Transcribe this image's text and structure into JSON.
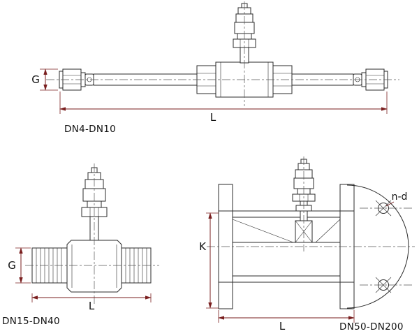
{
  "colors": {
    "background": "#ffffff",
    "drawing_line": "#2b2b2b",
    "dimension_line": "#7a1f1f",
    "label_text": "#111111"
  },
  "drawings": {
    "dn4_dn10": {
      "caption": "DN4-DN10",
      "dim_g": "G",
      "dim_l": "L"
    },
    "dn15_dn40": {
      "caption": "DN15-DN40",
      "dim_g": "G",
      "dim_l": "L"
    },
    "dn50_dn200": {
      "caption": "DN50-DN200",
      "dim_k": "K",
      "dim_l": "L",
      "bolt_hole_note": "n-d"
    }
  }
}
